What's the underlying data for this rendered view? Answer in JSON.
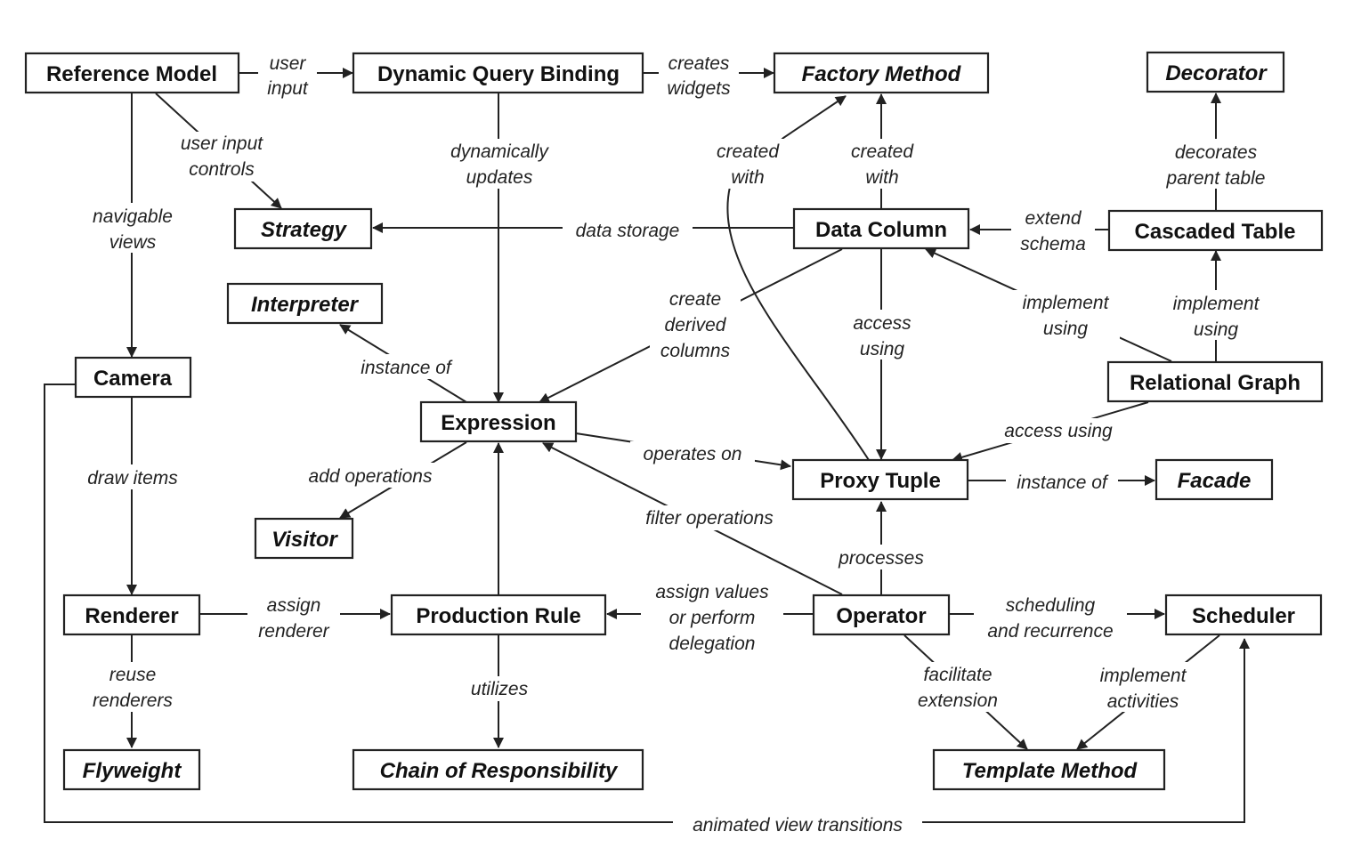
{
  "nodes": {
    "reference_model": "Reference Model",
    "dynamic_query_binding": "Dynamic Query Binding",
    "factory_method": "Factory Method",
    "decorator": "Decorator",
    "strategy": "Strategy",
    "data_column": "Data Column",
    "cascaded_table": "Cascaded Table",
    "interpreter": "Interpreter",
    "camera": "Camera",
    "relational_graph": "Relational Graph",
    "expression": "Expression",
    "proxy_tuple": "Proxy Tuple",
    "facade": "Facade",
    "visitor": "Visitor",
    "renderer": "Renderer",
    "production_rule": "Production Rule",
    "operator": "Operator",
    "scheduler": "Scheduler",
    "flyweight": "Flyweight",
    "chain_of_responsibility": "Chain of Responsibility",
    "template_method": "Template Method"
  },
  "edges": {
    "user_input": [
      "user",
      "input"
    ],
    "creates_widgets": [
      "creates",
      "widgets"
    ],
    "user_input_controls": [
      "user input",
      "controls"
    ],
    "navigable_views": [
      "navigable",
      "views"
    ],
    "dynamically_updates": [
      "dynamically",
      "updates"
    ],
    "created_with_a": [
      "created",
      "with"
    ],
    "created_with_b": [
      "created",
      "with"
    ],
    "decorates_parent_table": [
      "decorates",
      "parent table"
    ],
    "data_storage": "data storage",
    "extend_schema": [
      "extend",
      "schema"
    ],
    "create_derived_columns": [
      "create",
      "derived",
      "columns"
    ],
    "access_using_a": [
      "access",
      "using"
    ],
    "implement_using_a": [
      "implement",
      "using"
    ],
    "implement_using_b": [
      "implement",
      "using"
    ],
    "instance_of_a": "instance of",
    "access_using_b": "access using",
    "draw_items": "draw items",
    "operates_on": "operates on",
    "instance_of_b": "instance of",
    "add_operations": "add operations",
    "filter_operations": "filter operations",
    "processes": "processes",
    "assign_renderer": [
      "assign",
      "renderer"
    ],
    "assign_values": [
      "assign values",
      "or perform",
      "delegation"
    ],
    "scheduling": [
      "scheduling",
      "and recurrence"
    ],
    "reuse_renderers": [
      "reuse",
      "renderers"
    ],
    "utilizes": "utilizes",
    "facilitate_extension": [
      "facilitate",
      "extension"
    ],
    "implement_activities": [
      "implement",
      "activities"
    ],
    "animated_view_transitions": "animated view transitions"
  }
}
